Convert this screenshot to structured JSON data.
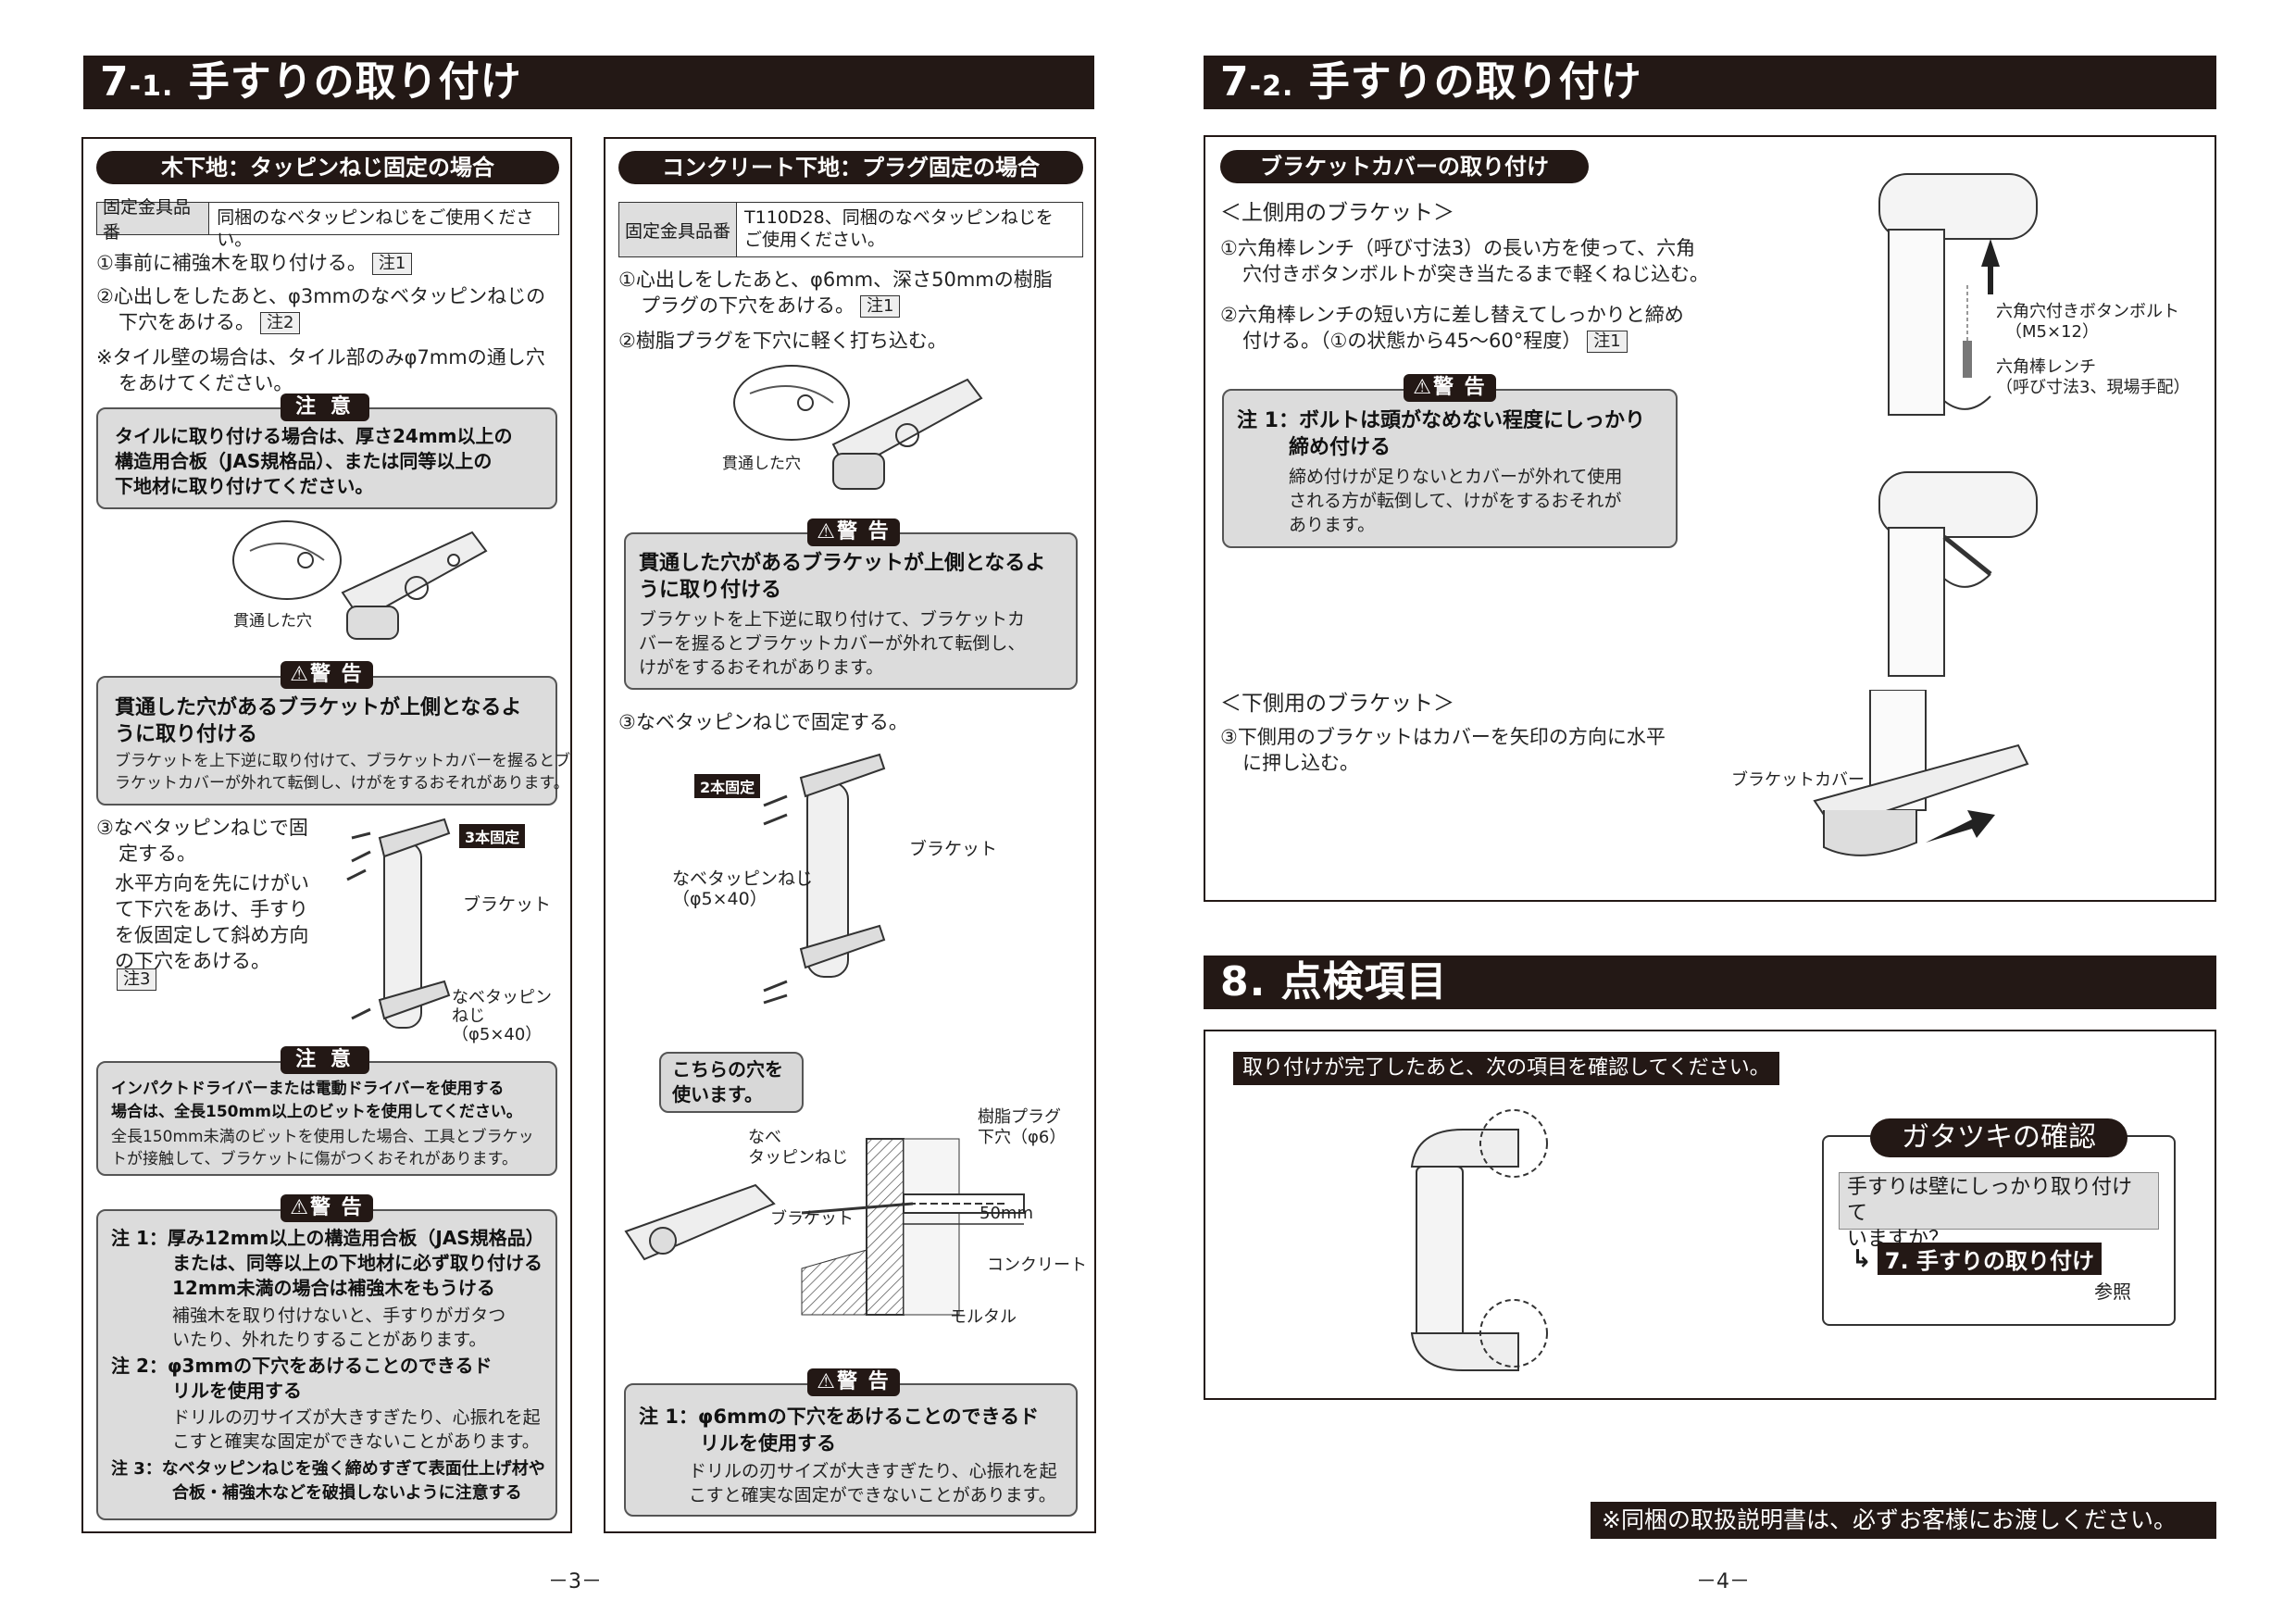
{
  "left": {
    "title_num": "7",
    "title_sub": "-1.",
    "title_text": "手すりの取り付け",
    "wood": {
      "header": "木下地：タッピンねじ固定の場合",
      "table_head": "固定金具品番",
      "table_body": "同梱のなベタッピンねじをご使用ください。",
      "s1": "①事前に補強木を取り付ける。",
      "s1_ref": "注1",
      "s2a": "②心出しをしたあと、φ3mmのなベタッピンねじの",
      "s2b": "下穴をあける。",
      "s2_ref": "注2",
      "s3a": "※タイル壁の場合は、タイル部のみφ7mmの通し穴",
      "s3b": "をあけてください。",
      "caution1_tag": "注 意",
      "caution1": [
        "タイルに取り付ける場合は、厚さ24mm以上の",
        "構造用合板（JAS規格品）、または同等以上の",
        "下地材に取り付けてください。"
      ],
      "hole_label": "貫通した穴",
      "warn1_tag": "⚠警 告",
      "warn1_title": [
        "貫通した穴があるブラケットが上側となるよ",
        "うに取り付ける"
      ],
      "warn1_body": [
        "ブラケットを上下逆に取り付けて、ブラケットカバーを握るとブ",
        "ラケットカバーが外れて転倒し、けがをするおそれがあります。"
      ],
      "s4": [
        "③なベタッピンねじで固",
        "定する。"
      ],
      "s4b": [
        "水平方向を先にけがい",
        "て下穴をあけ、手すり",
        "を仮固定して斜め方向",
        "の下穴をあける。"
      ],
      "s4_ref": "注3",
      "fix3": "3本固定",
      "bracket_label": "ブラケット",
      "screw_label": [
        "なベタッピン",
        "ねじ",
        "（φ5×40）"
      ],
      "caution2_tag": "注 意",
      "caution2_title": [
        "インパクトドライバーまたは電動ドライバーを使用する",
        "場合は、全長150mm以上のビットを使用してください。"
      ],
      "caution2_body": [
        "全長150mm未満のビットを使用した場合、工具とブラケッ",
        "トが接触して、ブラケットに傷がつくおそれがあります。"
      ],
      "warn2_tag": "⚠警 告",
      "n1_title": [
        "注 1：厚み12mm以上の構造用合板（JAS規格品）",
        "または、同等以上の下地材に必ず取り付ける",
        "12mm未満の場合は補強木をもうける"
      ],
      "n1_body": [
        "補強木を取り付けないと、手すりがガタつ",
        "いたり、外れたりすることがあります。"
      ],
      "n2_title": [
        "注 2：φ3mmの下穴をあけることのできるド",
        "リルを使用する"
      ],
      "n2_body": [
        "ドリルの刃サイズが大きすぎたり、心振れを起",
        "こすと確実な固定ができないことがあります。"
      ],
      "n3_title": [
        "注 3：なベタッピンねじを強く締めすぎて表面仕上げ材や",
        "合板・補強木などを破損しないように注意する"
      ]
    },
    "concrete": {
      "header": "コンクリート下地：プラグ固定の場合",
      "table_head": "固定金具品番",
      "table_body": [
        "T110D28、同梱のなベタッピンねじを",
        "ご使用ください。"
      ],
      "s1a": "①心出しをしたあと、φ6mm、深さ50mmの樹脂",
      "s1b": "プラグの下穴をあける。",
      "s1_ref": "注1",
      "s2": "②樹脂プラグを下穴に軽く打ち込む。",
      "hole_label": "貫通した穴",
      "warn1_tag": "⚠警 告",
      "warn1_title": [
        "貫通した穴があるブラケットが上側となるよ",
        "うに取り付ける"
      ],
      "warn1_body": [
        "ブラケットを上下逆に取り付けて、ブラケットカ",
        "バーを握るとブラケットカバーが外れて転倒し、",
        "けがをするおそれがあります。"
      ],
      "s3": "③なベタッピンねじで固定する。",
      "fix2": "2本固定",
      "bracket_label": "ブラケット",
      "screw_label": [
        "なベタッピンねじ",
        "（φ5×40）"
      ],
      "hole_callout": [
        "こちらの穴を",
        "使います。"
      ],
      "d_screw": [
        "なべ",
        "タッピンねじ"
      ],
      "d_plug": [
        "樹脂プラグ",
        "下穴（φ6）"
      ],
      "d_50": "50mm",
      "d_bracket": "ブラケット",
      "d_concrete": "コンクリート",
      "d_mortar": "モルタル",
      "warn2_tag": "⚠警 告",
      "n1_title": [
        "注 1：φ6mmの下穴をあけることのできるド",
        "リルを使用する"
      ],
      "n1_body": [
        "ドリルの刃サイズが大きすぎたり、心振れを起",
        "こすと確実な固定ができないことがあります。"
      ]
    },
    "page": "－3－"
  },
  "right": {
    "title_num": "7",
    "title_sub": "-2.",
    "title_text": "手すりの取り付け",
    "cover_header": "ブラケットカバーの取り付け",
    "upper": "＜上側用のブラケット＞",
    "u1": [
      "①六角棒レンチ（呼び寸法3）の長い方を使って、六角",
      "穴付きボタンボルトが突き当たるまで軽くねじ込む。"
    ],
    "u2a": "②六角棒レンチの短い方に差し替えてしっかりと締め",
    "u2b": "付ける。（①の状態から45～60°程度）",
    "u2_ref": "注1",
    "warn_tag": "⚠警 告",
    "warn_title": [
      "注 1：ボルトは頭がなめない程度にしっかり",
      "締め付ける"
    ],
    "warn_body": [
      "締め付けが足りないとカバーが外れて使用",
      "される方が転倒して、けがをするおそれが",
      "あります。"
    ],
    "bolt_label": [
      "六角穴付きボタンボルト",
      "（M5×12）"
    ],
    "wrench_label": [
      "六角棒レンチ",
      "（呼び寸法3、現場手配）"
    ],
    "lower": "＜下側用のブラケット＞",
    "l1": [
      "③下側用のブラケットはカバーを矢印の方向に水平",
      "に押し込む。"
    ],
    "cover_label": "ブラケットカバー",
    "inspect_num": "8.",
    "inspect_title": "点検項目",
    "inspect_intro": "取り付けが完了したあと、次の項目を確認してください。",
    "check_title": "ガタツキの確認",
    "check_q": [
      "手すりは壁にしっかり取り付けて",
      "いますか？"
    ],
    "check_link": "7. 手すりの取り付け",
    "check_ref": "参照",
    "footer_note": "※同梱の取扱説明書は、必ずお客様にお渡しください。",
    "page": "－4－"
  }
}
